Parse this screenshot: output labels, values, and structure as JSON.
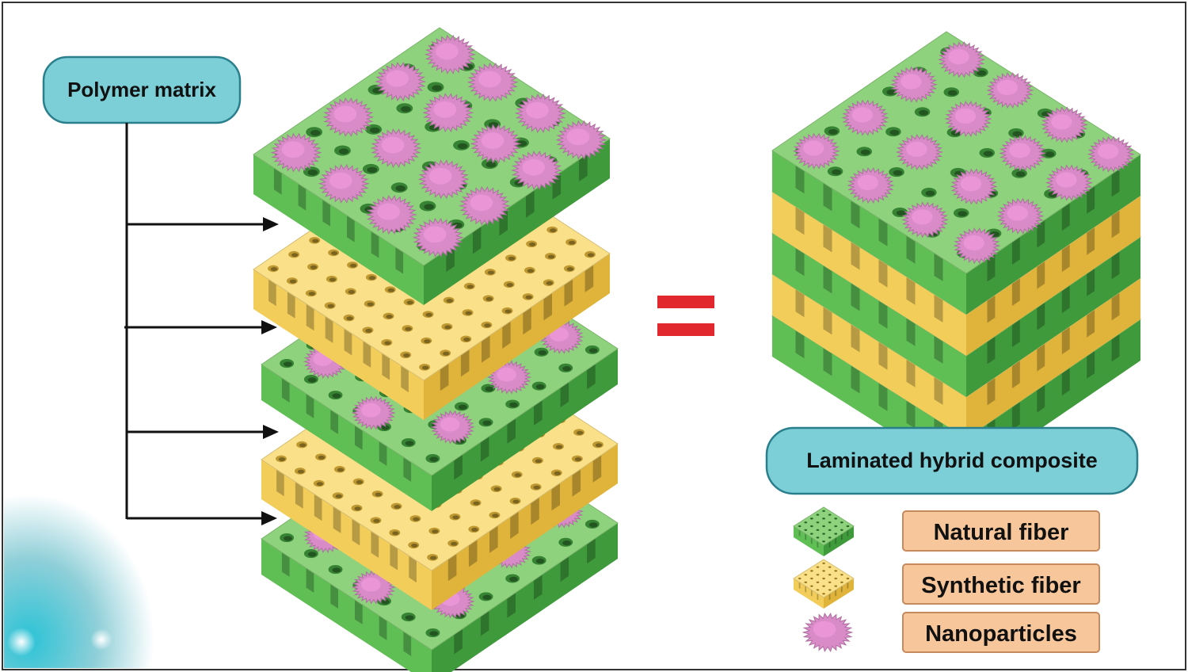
{
  "labels": {
    "polymer_matrix": "Polymer matrix",
    "laminated_composite": "Laminated hybrid composite"
  },
  "legend": [
    {
      "key": "natural",
      "label": "Natural fiber"
    },
    {
      "key": "synthetic",
      "label": "Synthetic fiber"
    },
    {
      "key": "nano",
      "label": "Nanoparticles"
    }
  ],
  "colors": {
    "natural_top": "#8fd27e",
    "natural_front": "#5fbf55",
    "natural_side": "#3f9a3c",
    "synthetic_top": "#fae089",
    "synthetic_front": "#f3cd5a",
    "synthetic_side": "#e0b43a",
    "nanoparticle": "#d98bc8",
    "label_box": "#7ccfd7",
    "label_border": "#2a7f8d",
    "legend_box": "#f7c69a",
    "legend_border": "#c58a5d",
    "equals": "#e0282e",
    "arrow": "#111111"
  }
}
